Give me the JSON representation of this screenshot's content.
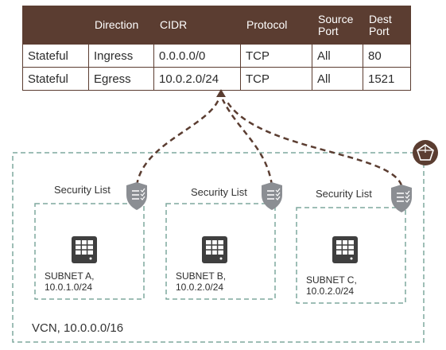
{
  "table": {
    "headers": [
      "",
      "Direction",
      "CIDR",
      "Protocol",
      "Source Port",
      "Dest Port"
    ],
    "header_lines": [
      [
        ""
      ],
      [
        "Direction"
      ],
      [
        "CIDR"
      ],
      [
        "Protocol"
      ],
      [
        "Source",
        "Port"
      ],
      [
        "Dest",
        "Port"
      ]
    ],
    "rows": [
      [
        "Stateful",
        "Ingress",
        "0.0.0.0/0",
        "TCP",
        "All",
        "80"
      ],
      [
        "Stateful",
        "Egress",
        "10.0.2.0/24",
        "TCP",
        "All",
        "1521"
      ]
    ]
  },
  "vcn": {
    "label": "VCN, 10.0.0.0/16"
  },
  "security_lists": [
    {
      "label": "Security List"
    },
    {
      "label": "Security List"
    },
    {
      "label": "Security List"
    }
  ],
  "subnets": [
    {
      "name": "SUBNET A,",
      "cidr": "10.0.1.0/24"
    },
    {
      "name": "SUBNET B,",
      "cidr": "10.0.2.0/24"
    },
    {
      "name": "SUBNET C,",
      "cidr": "10.0.2.0/24"
    }
  ],
  "icons": {
    "vcn": "vcn-network-icon",
    "security_list": "shield-list-icon",
    "subnet": "compute-instance-icon"
  },
  "colors": {
    "header_bg": "#5b3d31",
    "connector": "#5b3d31",
    "dashed_border": "#7fa89e",
    "shield": "#8b8e93"
  }
}
